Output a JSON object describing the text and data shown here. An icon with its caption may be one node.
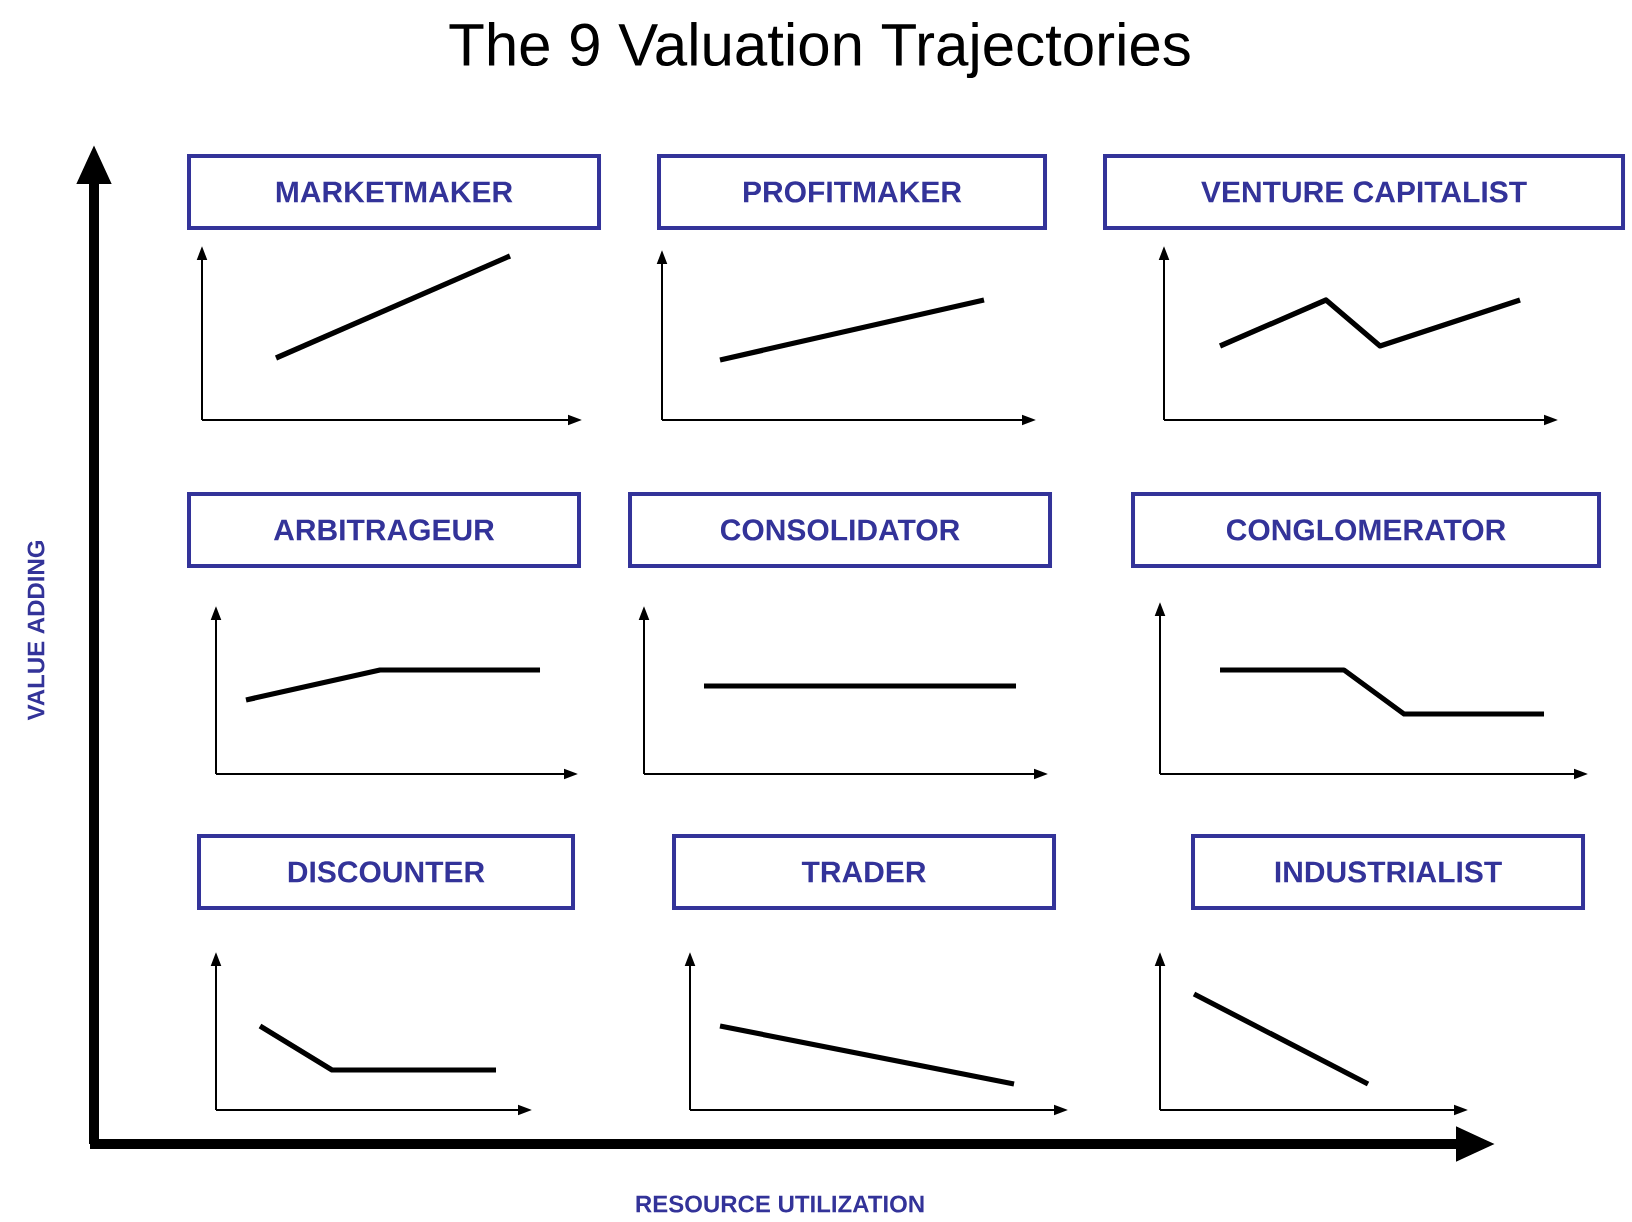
{
  "diagram": {
    "title": "The 9 Valuation Trajectories",
    "nodes": [
      {
        "text": [
          "MARKETMAKER"
        ]
      },
      {
        "text": [
          "PROFITMAKER"
        ]
      },
      {
        "text": [
          "VENTURE CAPITALIST"
        ]
      },
      {
        "text": [
          "ARBITRAGEUR"
        ]
      },
      {
        "text": [
          "CONSOLIDATOR"
        ]
      },
      {
        "text": [
          "CONGLOMERATOR"
        ]
      },
      {
        "text": [
          "DISCOUNTER"
        ]
      },
      {
        "text": [
          "TRADER"
        ]
      },
      {
        "text": [
          "INDUSTRIALIST"
        ]
      }
    ],
    "labels": [
      "VALUE ADDING",
      "RESOURCE UTILIZATION"
    ]
  }
}
